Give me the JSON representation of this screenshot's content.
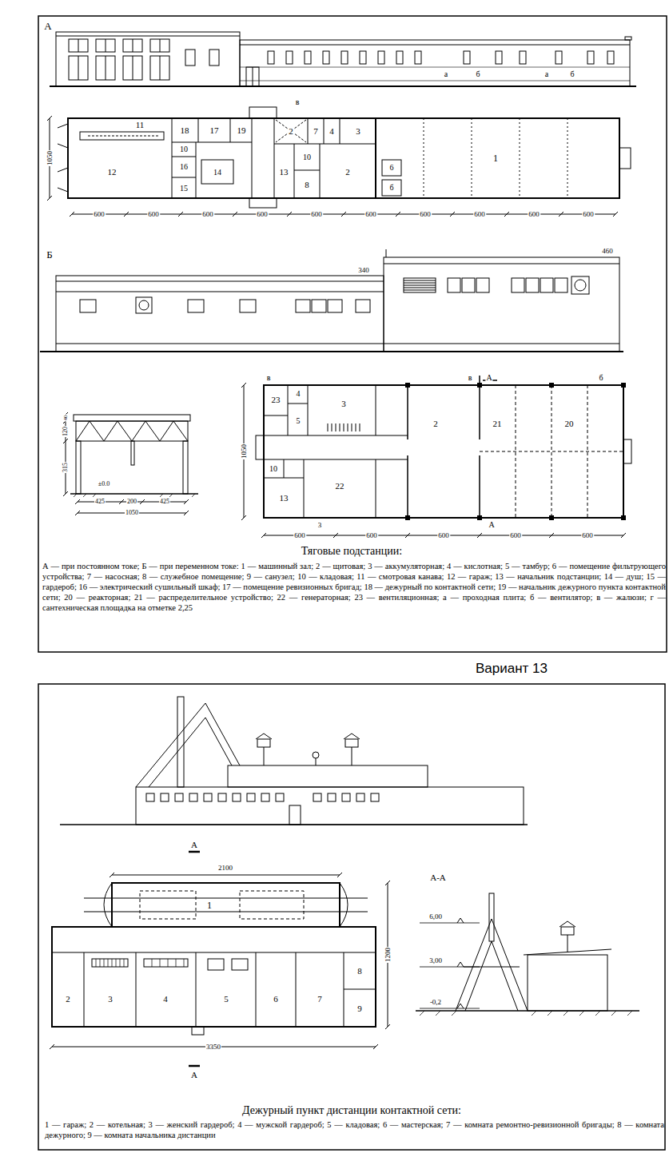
{
  "diagram": {
    "labels": [
      "А",
      "а",
      "б",
      "а",
      "б",
      "в",
      "11",
      "12",
      "18",
      "17",
      "19",
      "10",
      "16",
      "14",
      "15",
      "2",
      "7",
      "4",
      "3",
      "13",
      "10",
      "8",
      "2",
      "1",
      "6",
      "б",
      "1050",
      "600",
      "600",
      "600",
      "600",
      "600",
      "600",
      "600",
      "600",
      "600",
      "600",
      "Б",
      "460",
      "340",
      "в",
      "23",
      "4",
      "3",
      "5",
      "в",
      "А",
      "б",
      "2",
      "21",
      "20",
      "10",
      "13",
      "22",
      "3",
      "А",
      "1050",
      "600",
      "600",
      "600",
      "600",
      "600",
      "40",
      "120",
      "315",
      "±0.0",
      "425",
      "200",
      "425",
      "1050",
      "Тяговые подстанции:",
      "А — при постоянном токе; Б — при переменном токе: 1 — машинный зал; 2 — щитовая; 3 — аккумуляторная; 4 — кислотная; 5 — тамбур; 6 — помещение фильтрующего устройства; 7 — насосная; 8 — служебное помещение; 9 — санузел; 10 — кладовая; 11 — смотровая канава; 12 — гараж; 13 — начальник подстанции; 14 — душ; 15 — гардероб; 16 — электрический сушильный шкаф; 17 — помещение ревизионных бригад; 18 — дежурный по контактной сети; 19 — начальник дежурного пункта контактной сети; 20 — реакторная; 21 — распределительное устройство; 22 — генераторная; 23 — вентиляционная; а — проходная плита; б — вентилятор; в — жалюзи; г — сантехническая площадка на отметке 2,25",
      "Вариант 13",
      "А",
      "2100",
      "1",
      "2",
      "3",
      "4",
      "5",
      "6",
      "7",
      "8",
      "9",
      "1200",
      "3350",
      "А",
      "А-А",
      "6,00",
      "3,00",
      "-0,2",
      "Дежурный пункт дистанции контактной сети:",
      "1 — гараж; 2 — котельная; 3 — женский гардероб; 4 — мужской гардероб; 5 — кладовая; 6 — мастерская; 7 — комната ремонтно-ревизионной бригады; 8 — комната дежурного; 9 — комната начальника дистанции"
    ]
  }
}
